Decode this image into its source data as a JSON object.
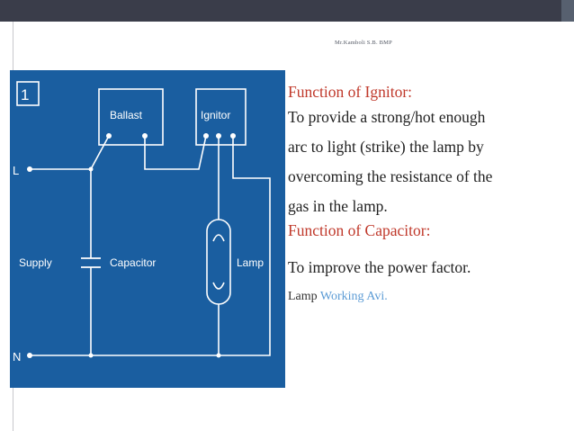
{
  "header": {
    "author": "Mr.Kamboli S.B. BMP"
  },
  "diagram": {
    "number": "1",
    "labels": {
      "ballast": "Ballast",
      "ignitor": "Ignitor",
      "l": "L",
      "n": "N",
      "supply": "Supply",
      "capacitor": "Capacitor",
      "lamp": "Lamp"
    },
    "colors": {
      "background": "#1a5ea0",
      "line": "#ffffff"
    }
  },
  "content": {
    "ignitor_heading": "Function of Ignitor:",
    "ignitor_lines": [
      "To provide a strong/hot enough",
      "arc to light (strike) the lamp by",
      "overcoming the resistance of the",
      "gas in the lamp."
    ],
    "capacitor_heading": "Function of Capacitor:",
    "capacitor_text": "To improve the power factor.",
    "reference_prefix": "Lamp",
    "reference_link": "Working Avi."
  },
  "colors": {
    "heading": "#c0392b",
    "link": "#5b9bd5",
    "topbar": "#3a3d4a"
  }
}
